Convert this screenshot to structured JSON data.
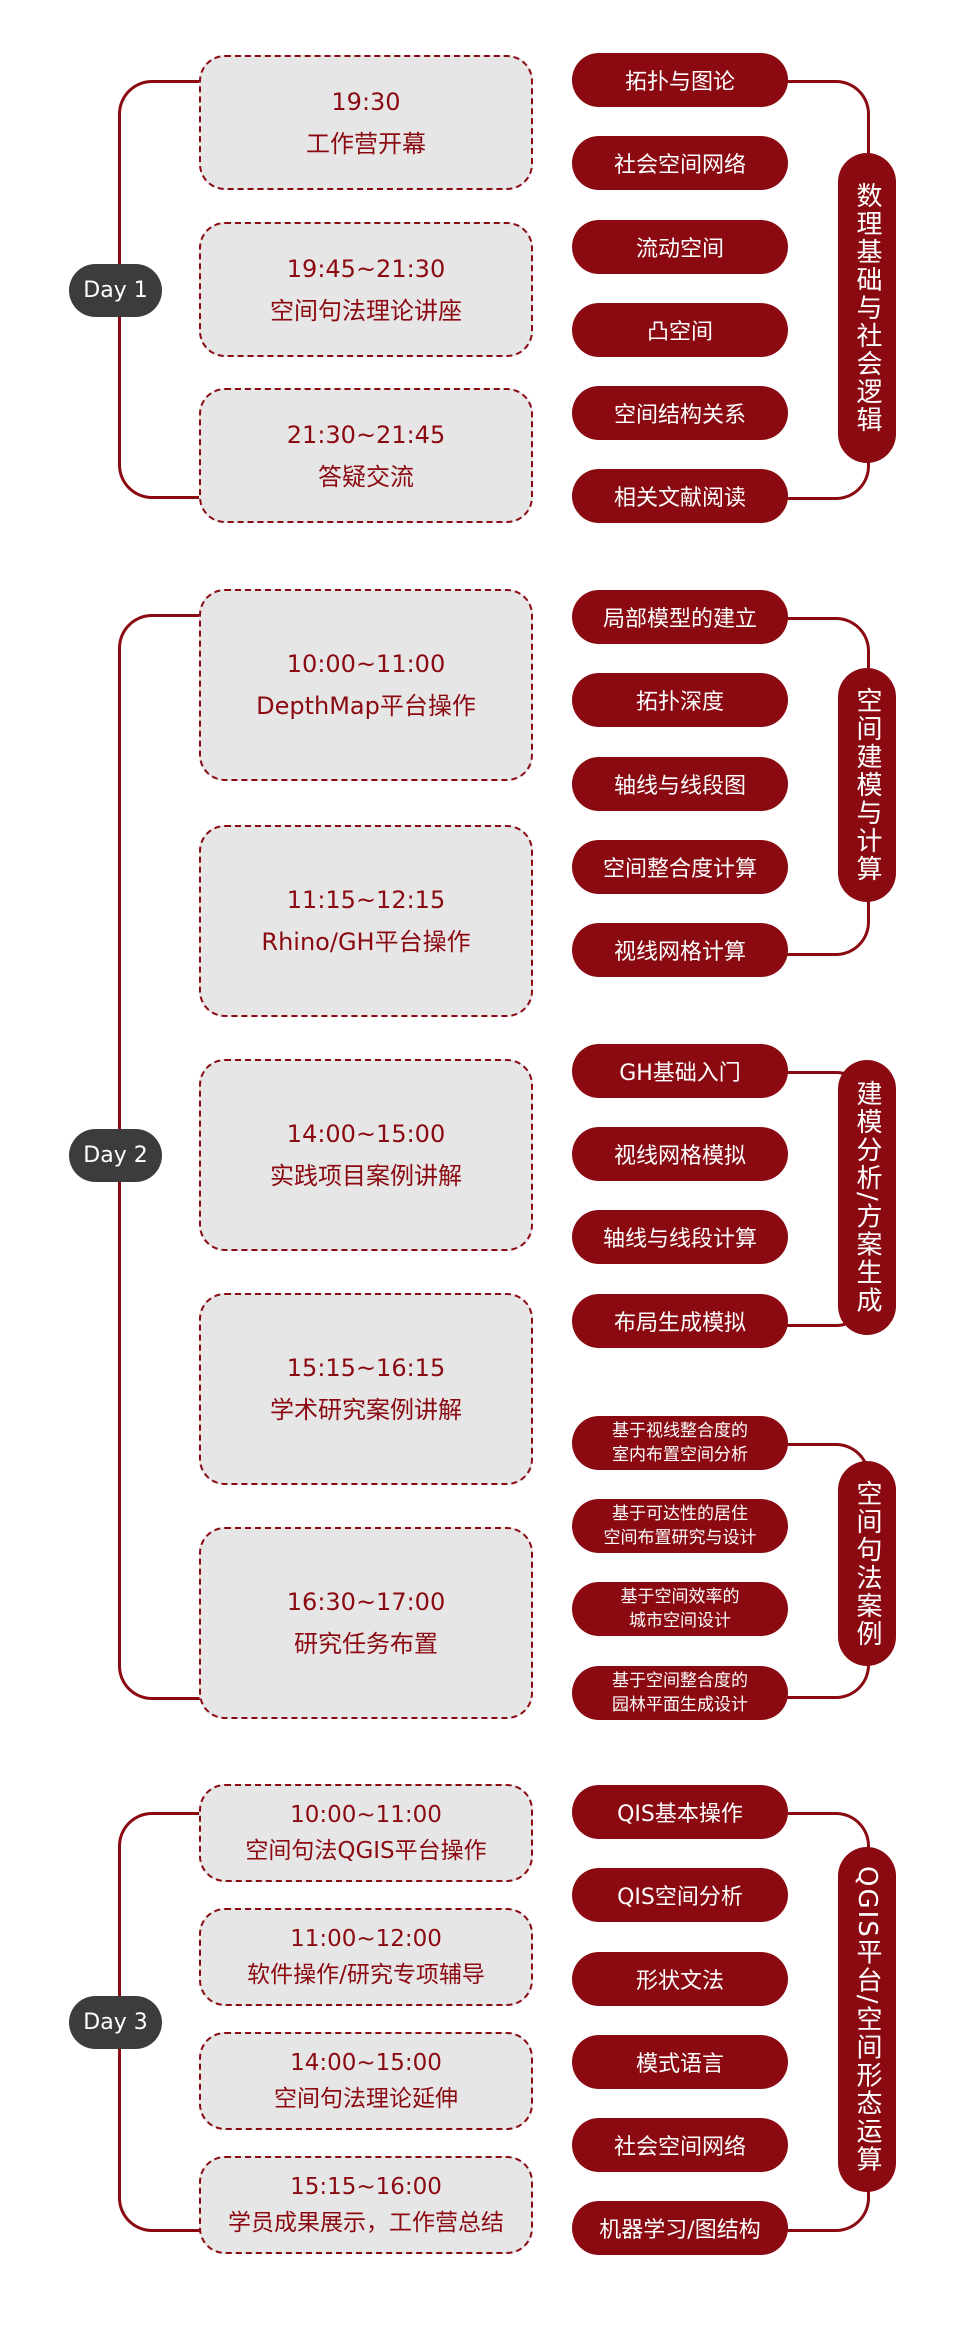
{
  "days": [
    {
      "label": "Day 1",
      "sessions": [
        {
          "time": "19:30",
          "title": "工作营开幕"
        },
        {
          "time": "19:45~21:30",
          "title": "空间句法理论讲座"
        },
        {
          "time": "21:30~21:45",
          "title": "答疑交流"
        }
      ],
      "topic_groups": [
        {
          "label": "数理基础与社会逻辑",
          "topics": [
            "拓扑与图论",
            "社会空间网络",
            "流动空间",
            "凸空间",
            "空间结构关系",
            "相关文献阅读"
          ]
        }
      ]
    },
    {
      "label": "Day 2",
      "sessions": [
        {
          "time": "10:00~11:00",
          "title": "DepthMap平台操作"
        },
        {
          "time": "11:15~12:15",
          "title": "Rhino/GH平台操作"
        },
        {
          "time": "14:00~15:00",
          "title": "实践项目案例讲解"
        },
        {
          "time": "15:15~16:15",
          "title": "学术研究案例讲解"
        },
        {
          "time": "16:30~17:00",
          "title": "研究任务布置"
        }
      ],
      "topic_groups": [
        {
          "label": "空间建模与计算",
          "topics": [
            "局部模型的建立",
            "拓扑深度",
            "轴线与线段图",
            "空间整合度计算",
            "视线网格计算"
          ]
        },
        {
          "label": "建模分析/方案生成",
          "topics": [
            "GH基础入门",
            "视线网格模拟",
            "轴线与线段计算",
            "布局生成模拟"
          ]
        },
        {
          "label": "空间句法案例",
          "topics": [
            [
              "基于视线整合度的",
              "室内布置空间分析"
            ],
            [
              "基于可达性的居住",
              "空间布置研究与设计"
            ],
            [
              "基于空间效率的",
              "城市空间设计"
            ],
            [
              "基于空间整合度的",
              "园林平面生成设计"
            ]
          ]
        }
      ]
    },
    {
      "label": "Day 3",
      "sessions": [
        {
          "time": "10:00~11:00",
          "title": "空间句法QGIS平台操作"
        },
        {
          "time": "11:00~12:00",
          "title": "软件操作/研究专项辅导"
        },
        {
          "time": "14:00~15:00",
          "title": "空间句法理论延伸"
        },
        {
          "time": "15:15~16:00",
          "title": "学员成果展示，工作营总结"
        }
      ],
      "topic_groups": [
        {
          "label": "QGIS平台/空间形态运算",
          "topics": [
            "QIS基本操作",
            "QIS空间分析",
            "形状文法",
            "模式语言",
            "社会空间网络",
            "机器学习/图结构"
          ]
        }
      ]
    }
  ],
  "colors": {
    "accent": "#8b0a12",
    "session_bg": "#e6e6e6",
    "day_pill": "#3c3c3c"
  }
}
